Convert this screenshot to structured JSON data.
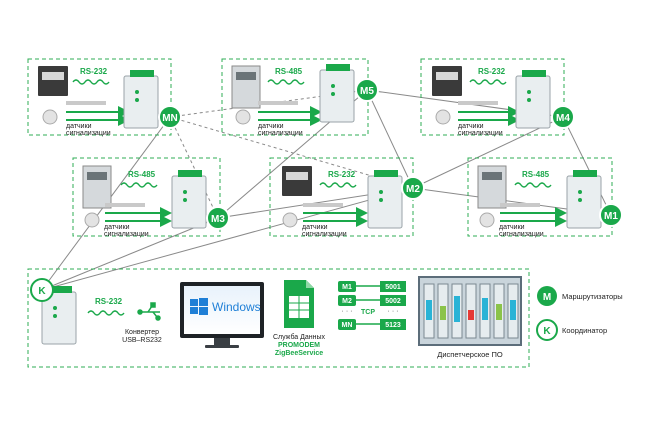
{
  "colors": {
    "accent": "#1aa84a",
    "dash_border": "#2fae55",
    "link": "#8a8a8a",
    "device_body": "#e9eef0",
    "meter_dark": "#3a3a3a"
  },
  "interfaces": {
    "rs232": "RS-232",
    "rs485": "RS-485"
  },
  "sensor_label_line1": "датчики",
  "sensor_label_line2": "сигнализации",
  "routers": {
    "mn": "MN",
    "m5": "M5",
    "m4": "M4",
    "m3": "M3",
    "m2": "M2",
    "m1": "M1"
  },
  "coordinator": "K",
  "converter_line1": "Конвертер",
  "converter_line2": "USB–RS232",
  "windows_label": "Windows",
  "service_line1": "Служба Данных",
  "service_line2": "PROMODEM",
  "service_line3": "ZigBeeService",
  "ports": {
    "m1_label": "M1",
    "m1_port": "5001",
    "m2_label": "M2",
    "m2_port": "5002",
    "mn_label": "MN",
    "mn_port": "5123",
    "tcp": "TCP",
    "dots": "· · ·"
  },
  "dispatcher_label": "Диспетчерское ПО",
  "legend": {
    "router_symbol": "M",
    "router_label": "Маршрутизаторы",
    "coordinator_symbol": "K",
    "coordinator_label": "Координатор"
  }
}
